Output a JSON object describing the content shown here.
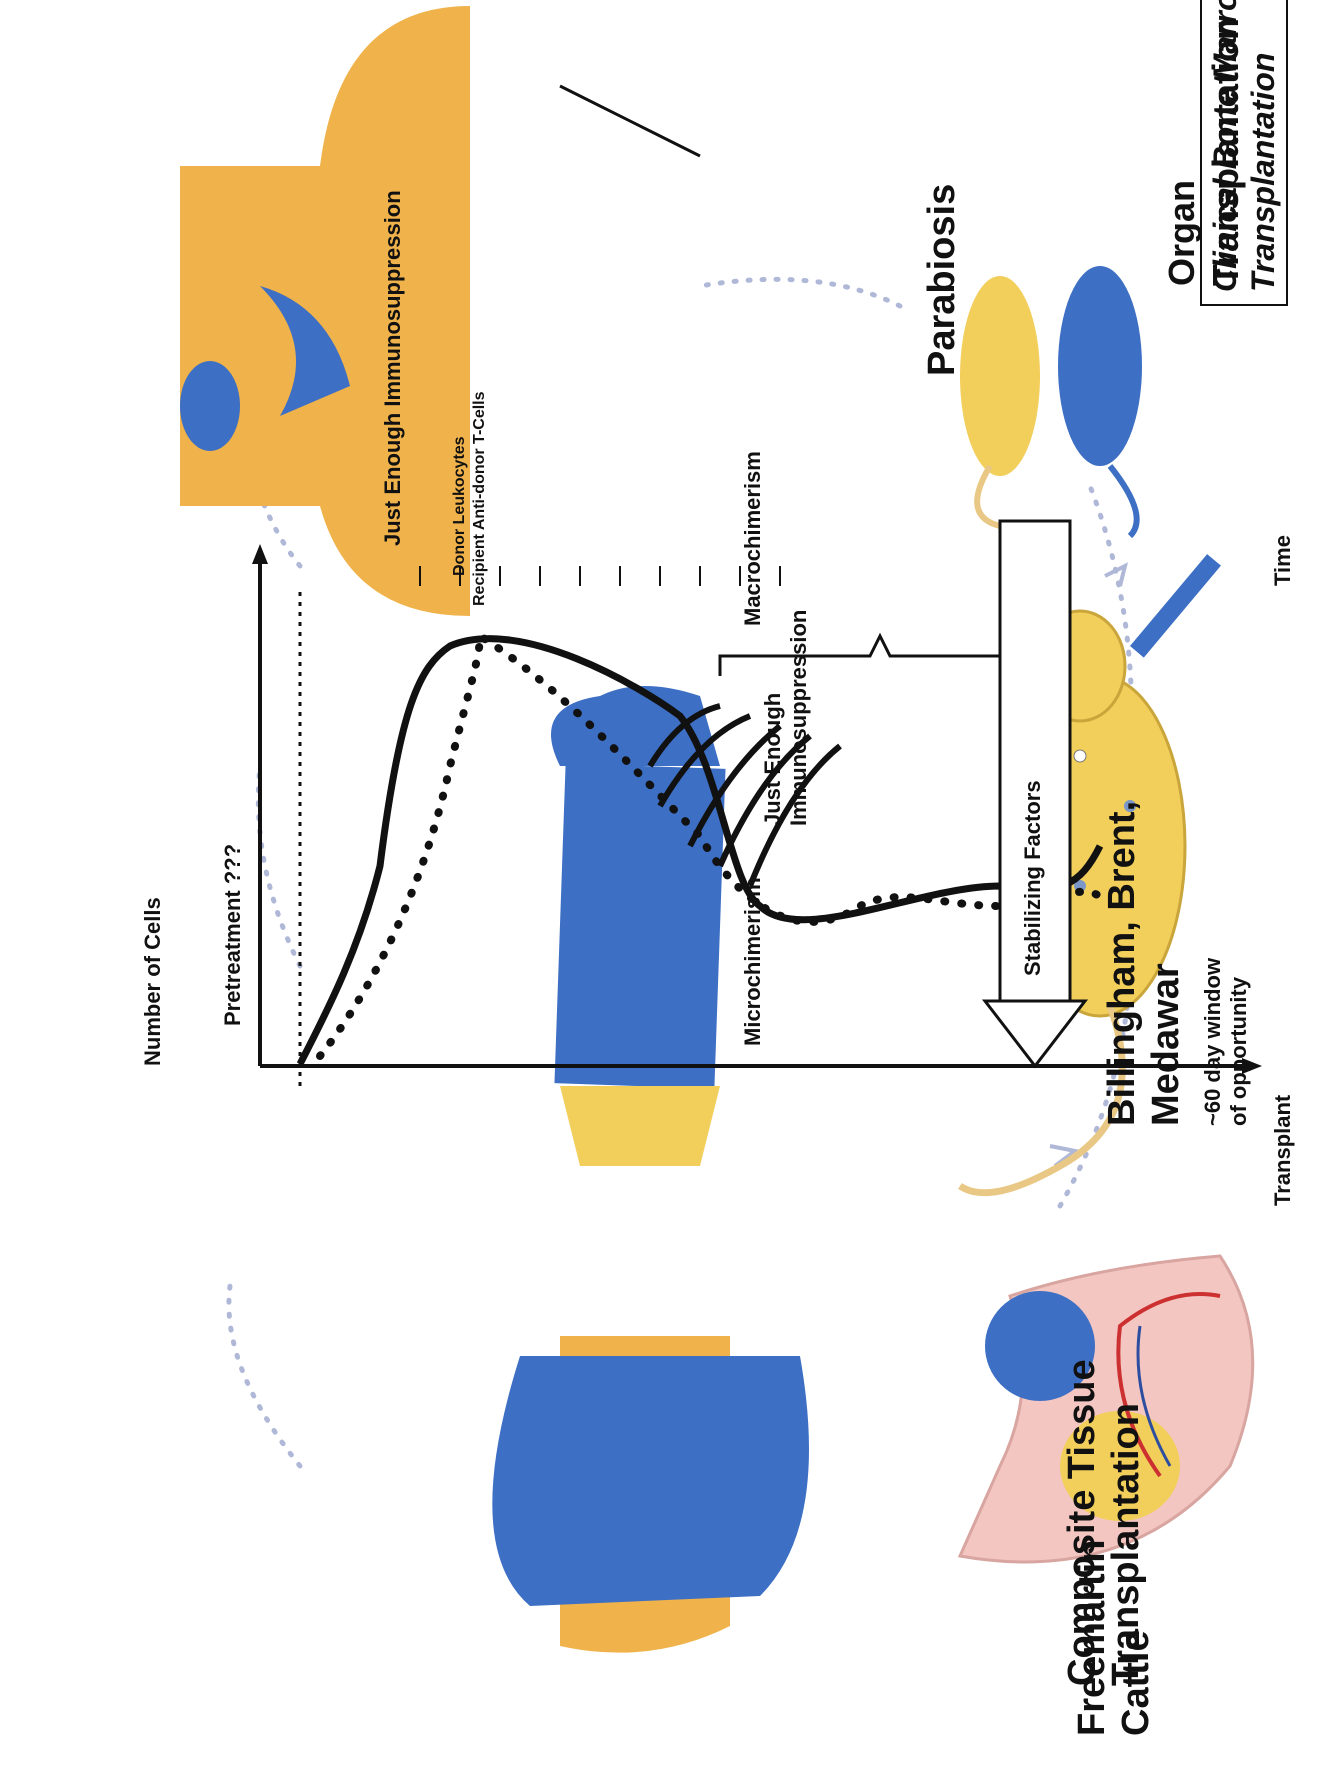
{
  "labels": {
    "freemartin": "Freemartin\nCattle",
    "billingham": "Billingham, Brent,\nMedawar",
    "parabiosis": "Parabiosis",
    "clinical_bmt": "Clinical Bone Marrow\nTransplantation",
    "organ": "Organ\nTransplantation",
    "composite": "Composite Tissue\nTransplantation"
  },
  "chart_data": {
    "type": "line",
    "ylabel": "Number of Cells",
    "xlabel_start": "Transplant",
    "xlabel_end": "Time",
    "pretreatment": "Pretreatment ???",
    "annotations": {
      "just_enough_top": "Just Enough Immunosuppression",
      "macrochimerism": "Macrochimerism",
      "just_enough_low": "Just Enough\nImmunosuppression",
      "microchimerism": "Microchimerism",
      "window": "~60 day window\nof opportunity",
      "stabilizing": "Stabilizing Factors"
    },
    "legend": [
      {
        "name": "Donor Leukocytes",
        "style": "solid"
      },
      {
        "name": "Recipient Anti-donor T-Cells",
        "style": "dotted"
      }
    ]
  },
  "colors": {
    "donor_blue": "#3d6fc4",
    "recipient_yellow": "#f2cf5a",
    "skin": "#f0b24a",
    "arrow_circle": "#b0b8d8"
  }
}
